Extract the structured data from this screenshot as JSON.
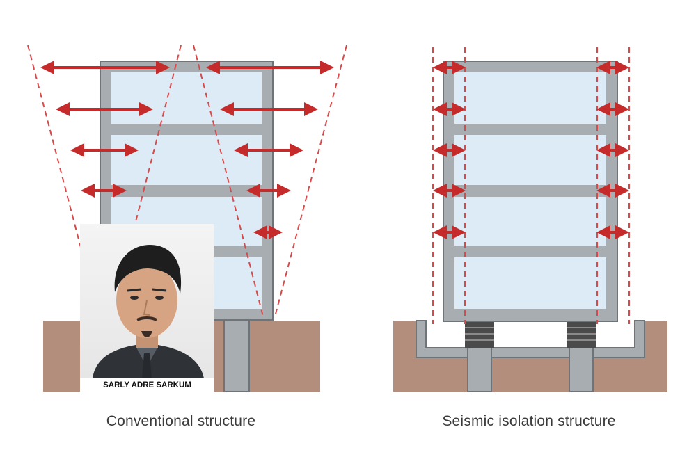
{
  "diagrams": {
    "conventional": {
      "label": "Conventional structure"
    },
    "isolation": {
      "label": "Seismic isolation structure"
    }
  },
  "photo": {
    "caption": "SARLY ADRE SARKUM"
  },
  "colors": {
    "frame": "#a8adb2",
    "frame_edge": "#6f7479",
    "glass": "#dcebf6",
    "ground": "#b38e7d",
    "arrow": "#c62b2b",
    "bearing": "#4a4a4a",
    "caption": "#3a3a3a"
  }
}
